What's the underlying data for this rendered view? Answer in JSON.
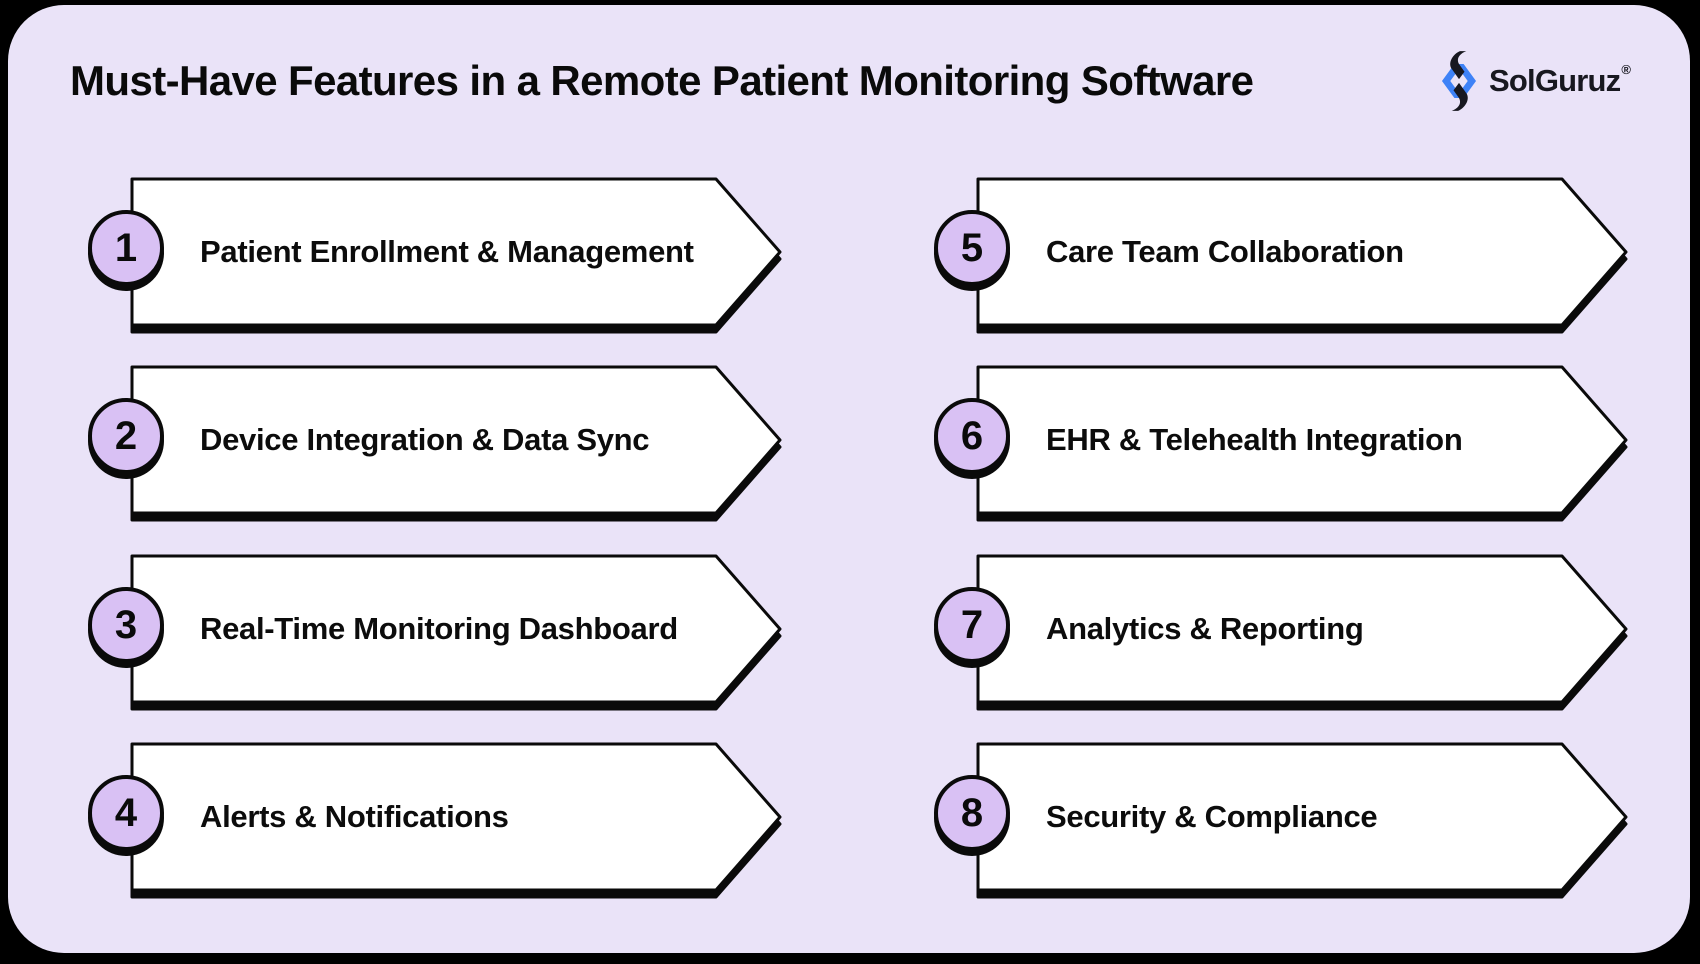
{
  "header": {
    "title": "Must-Have Features in a Remote Patient Monitoring Software",
    "logo": {
      "text": "SolGuruz",
      "registered_mark": "®"
    }
  },
  "features": [
    {
      "number": "1",
      "label": "Patient Enrollment & Management"
    },
    {
      "number": "2",
      "label": "Device Integration & Data Sync"
    },
    {
      "number": "3",
      "label": "Real-Time Monitoring Dashboard"
    },
    {
      "number": "4",
      "label": "Alerts & Notifications"
    },
    {
      "number": "5",
      "label": "Care Team Collaboration"
    },
    {
      "number": "6",
      "label": "EHR & Telehealth Integration"
    },
    {
      "number": "7",
      "label": "Analytics & Reporting"
    },
    {
      "number": "8",
      "label": "Security & Compliance"
    }
  ],
  "colors": {
    "canvas": "#000000",
    "card_bg": "#EAE3F8",
    "banner_fill": "#FFFFFF",
    "outline": "#0A0A0A",
    "badge_fill": "#D9C1F4",
    "logo_blue": "#3E82F7",
    "logo_text": "#181820",
    "title_text": "#0A0A0A",
    "label_text": "#0C0C0C"
  }
}
